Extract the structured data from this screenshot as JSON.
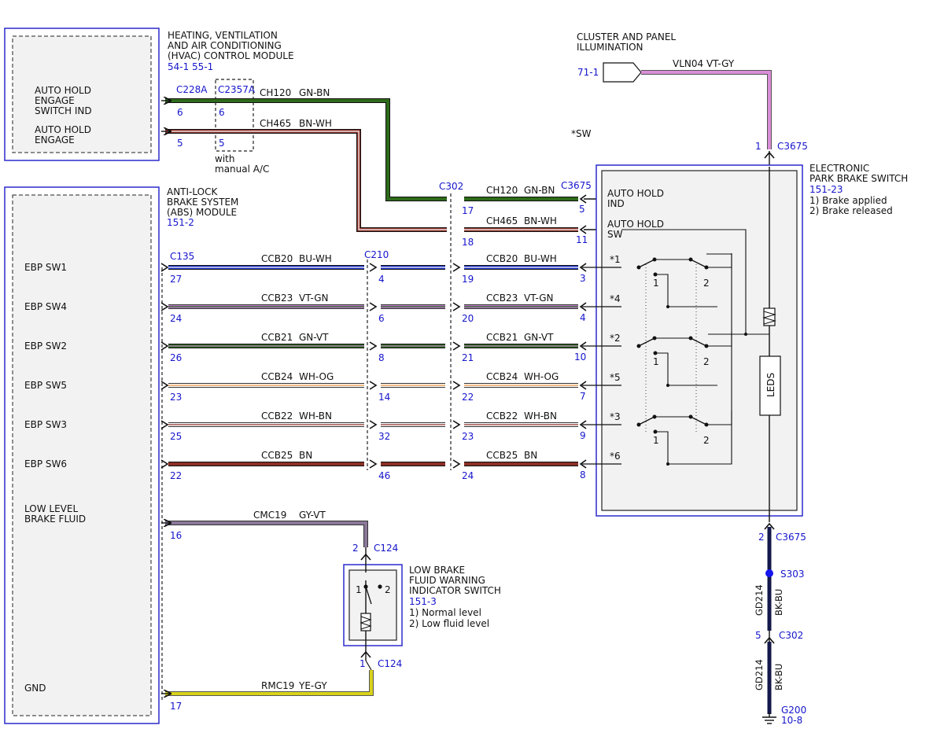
{
  "hvac": {
    "title_lines": [
      "HEATING, VENTILATION",
      "AND AIR CONDITIONING",
      "(HVAC) CONTROL MODULE"
    ],
    "ref": "54-1   55-1",
    "pins": [
      {
        "lines": [
          "AUTO HOLD",
          "ENGAGE",
          "SWITCH IND"
        ]
      },
      {
        "lines": [
          "AUTO HOLD",
          "ENGAGE"
        ]
      }
    ],
    "connector_a": "C228A",
    "connector_b": "C2357A",
    "pin_a": [
      "6",
      "5"
    ],
    "pin_b": [
      "6",
      "5"
    ],
    "note_lines": [
      "with",
      "manual A/C"
    ]
  },
  "cluster": {
    "title_lines": [
      "CLUSTER AND PANEL",
      "ILLUMINATION"
    ],
    "ref": "71-1",
    "wire": "VLN04   VT-GY",
    "pin": "1",
    "connector": "C3675"
  },
  "sw_note": "*SW",
  "abs": {
    "title_lines": [
      "ANTI-LOCK",
      "BRAKE SYSTEM",
      "(ABS) MODULE"
    ],
    "ref": "151-2",
    "connector": "C135",
    "pins": [
      {
        "label": "EBP SW1",
        "pin": "27"
      },
      {
        "label": "EBP SW4",
        "pin": "24"
      },
      {
        "label": "EBP SW2",
        "pin": "26"
      },
      {
        "label": "EBP SW5",
        "pin": "23"
      },
      {
        "label": "EBP SW3",
        "pin": "25"
      },
      {
        "label": "EBP SW6",
        "pin": "22"
      }
    ],
    "low_level_lines": [
      "LOW LEVEL",
      "BRAKE FLUID"
    ],
    "low_level_pin": "16",
    "gnd_label": "GND",
    "gnd_pin": "17"
  },
  "c210": {
    "name": "C210",
    "pins": [
      "4",
      "6",
      "8",
      "14",
      "32",
      "46"
    ]
  },
  "c302": {
    "name": "C302",
    "pins_top": [
      "17",
      "18"
    ],
    "pins": [
      "19",
      "20",
      "21",
      "22",
      "23",
      "24"
    ]
  },
  "c3675": {
    "name": "C3675",
    "pins_top": [
      "5",
      "11"
    ],
    "pins": [
      "3",
      "4",
      "10",
      "7",
      "9",
      "8"
    ]
  },
  "wires_top": [
    {
      "code": "CH120",
      "color": "GN-BN"
    },
    {
      "code": "CH465",
      "color": "BN-WH"
    }
  ],
  "wires": [
    {
      "code": "CCB20",
      "color": "BU-WH"
    },
    {
      "code": "CCB23",
      "color": "VT-GN"
    },
    {
      "code": "CCB21",
      "color": "GN-VT"
    },
    {
      "code": "CCB24",
      "color": "WH-OG"
    },
    {
      "code": "CCB22",
      "color": "WH-BN"
    },
    {
      "code": "CCB25",
      "color": "BN"
    }
  ],
  "wire_low": {
    "code": "CMC19",
    "color": "GY-VT"
  },
  "wire_gnd": {
    "code": "RMC19",
    "color": "YE-GY"
  },
  "epb": {
    "title_lines": [
      "ELECTRONIC",
      "PARK BRAKE SWITCH"
    ],
    "ref": "151-23",
    "states": [
      "1) Brake applied",
      "2) Brake released"
    ],
    "ind_lines": [
      "AUTO HOLD",
      "IND"
    ],
    "sw_lines": [
      "AUTO HOLD",
      "SW"
    ],
    "sw_labels": [
      "*1",
      "*4",
      "*2",
      "*5",
      "*3",
      "*6"
    ],
    "leds": "LEDS",
    "pos1": "1",
    "pos2": "2"
  },
  "low_switch": {
    "title_lines": [
      "LOW BRAKE",
      "FLUID WARNING",
      "INDICATOR SWITCH"
    ],
    "ref": "151-3",
    "states": [
      "1) Normal level",
      "2) Low fluid level"
    ],
    "connector": "C124",
    "pin_top": "2",
    "pin_bottom": "1",
    "pos1": "1",
    "pos2": "2"
  },
  "ground": {
    "pin_c3675": "2",
    "conn_c3675": "C3675",
    "splice": "S303",
    "wire": [
      "GD214",
      "BK-BU"
    ],
    "pin_c302": "5",
    "conn_c302": "C302",
    "g200": "G200",
    "g200_ref": "10-8"
  },
  "colors": {
    "blue_text": "#1515cc",
    "box_border": "#2a2acc",
    "green": "#2e6b1a",
    "brown": "#8b2f26",
    "blue": "#1c2fc4",
    "violet": "#b77ac9",
    "pink": "#d98ed8",
    "yellow": "#d8d21c",
    "gray_violet": "#8a7898",
    "navy": "#14184a",
    "white": "#ffffff",
    "orange": "#e8913c"
  }
}
